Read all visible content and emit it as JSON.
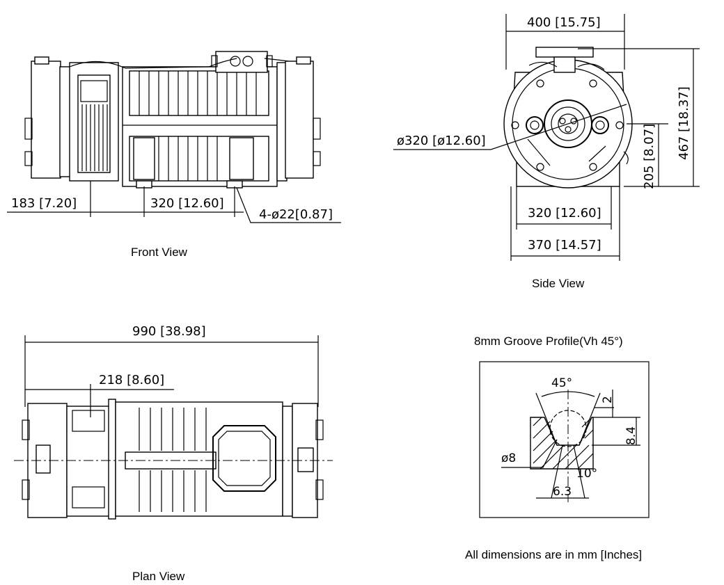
{
  "front_view": {
    "caption": "Front View",
    "dim_overhang": "183 [7.20]",
    "dim_foot_spacing": "320 [12.60]",
    "dim_holes": "4-ø22[0.87]"
  },
  "side_view": {
    "caption": "Side View",
    "dim_width": "400 [15.75]",
    "dim_sheave": "ø320 [ø12.60]",
    "dim_height": "467 [18.37]",
    "dim_center_height": "205 [8.07]",
    "dim_foot_spacing": "320 [12.60]",
    "dim_base": "370 [14.57]"
  },
  "plan_view": {
    "caption": "Plan View",
    "dim_length": "990 [38.98]",
    "dim_offset": "218 [8.60]"
  },
  "groove_profile": {
    "title": "8mm Groove Profile(Vh 45°)",
    "angle_top": "45°",
    "depth_top": "2",
    "depth": "8.4",
    "diameter": "ø8",
    "angle_bottom": "10°",
    "width": "6.3"
  },
  "note": "All dimensions are in mm [Inches]"
}
